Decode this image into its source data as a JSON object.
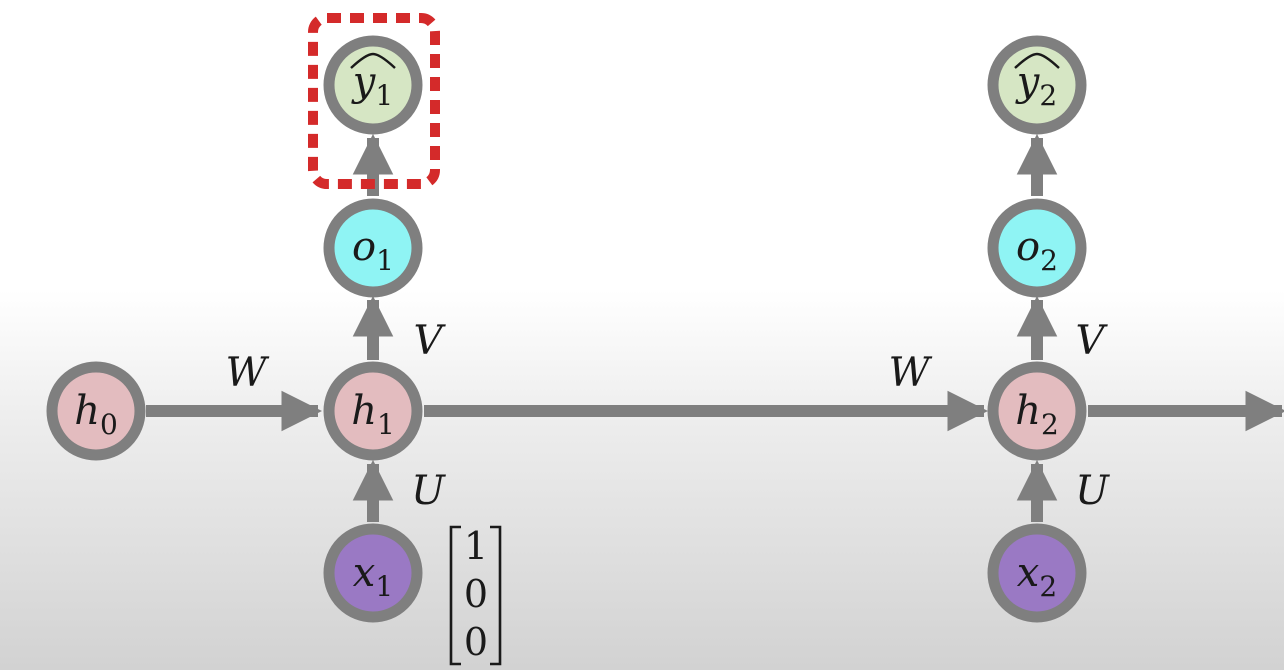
{
  "colors": {
    "edge": "#7f7f7f",
    "node_ring": "#7f7f7f",
    "hidden_fill": "#e3bcbf",
    "output_fill": "#8ff4f4",
    "prediction_fill": "#d6e6c4",
    "input_fill": "#9a79c4",
    "highlight": "#d42a2a"
  },
  "nodes": {
    "h0": {
      "base": "h",
      "sub": "0"
    },
    "h1": {
      "base": "h",
      "sub": "1"
    },
    "h2": {
      "base": "h",
      "sub": "2"
    },
    "o1": {
      "base": "o",
      "sub": "1"
    },
    "o2": {
      "base": "o",
      "sub": "2"
    },
    "y1": {
      "base": "y",
      "sub": "1"
    },
    "y2": {
      "base": "y",
      "sub": "2"
    },
    "x1": {
      "base": "x",
      "sub": "1"
    },
    "x2": {
      "base": "x",
      "sub": "2"
    }
  },
  "edge_labels": {
    "w1": "W",
    "w2": "W",
    "v1": "V",
    "v2": "V",
    "u1": "U",
    "u2": "U"
  },
  "input_vector": [
    "1",
    "0",
    "0"
  ]
}
